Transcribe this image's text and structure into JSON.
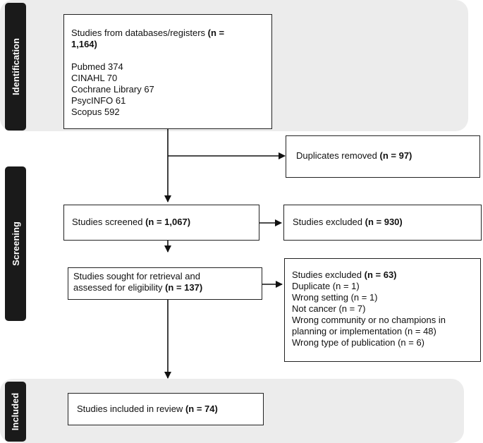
{
  "stages": {
    "identification": "Identification",
    "screening": "Screening",
    "included": "Included"
  },
  "identification_box": {
    "title": "Studies from databases/registers",
    "title_count_a": "(n =",
    "title_count_b": "1,164)",
    "sources": [
      "Pubmed 374",
      "CINAHL 70",
      "Cochrane Library 67",
      "PsycINFO 61",
      "Scopus 592"
    ]
  },
  "duplicates_box": {
    "text": "Duplicates removed",
    "count": "(n = 97)"
  },
  "screened_box": {
    "text": "Studies screened",
    "count": "(n = 1,067)"
  },
  "excluded1_box": {
    "text": "Studies excluded",
    "count": "(n = 930)"
  },
  "retrieval_box": {
    "line1": "Studies sought for retrieval and",
    "line2": "assessed for eligibility",
    "count": "(n = 137)"
  },
  "excluded2_box": {
    "title": "Studies excluded",
    "count": "(n = 63)",
    "reasons": [
      "Duplicate (n = 1)",
      "Wrong setting (n = 1)",
      "Not cancer (n = 7)",
      "Wrong community or no champions in",
      "planning or implementation (n = 48)",
      "Wrong type of publication (n = 6)"
    ]
  },
  "included_box": {
    "text": "Studies included in review",
    "count": "(n = 74)"
  }
}
